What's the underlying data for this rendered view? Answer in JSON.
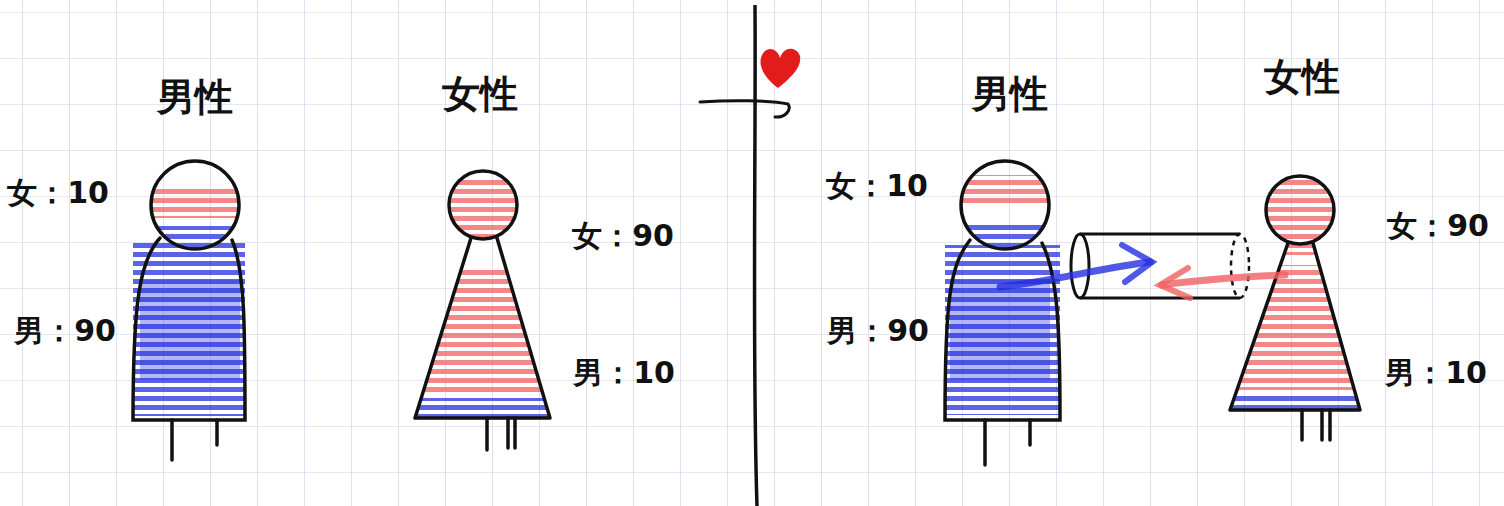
{
  "diagram": {
    "labels": [
      "男性",
      "女性",
      "女：10",
      "男：90",
      "女：90",
      "男：10",
      "男性",
      "女性",
      "女：10",
      "男：90",
      "女：90",
      "男：10"
    ]
  }
}
